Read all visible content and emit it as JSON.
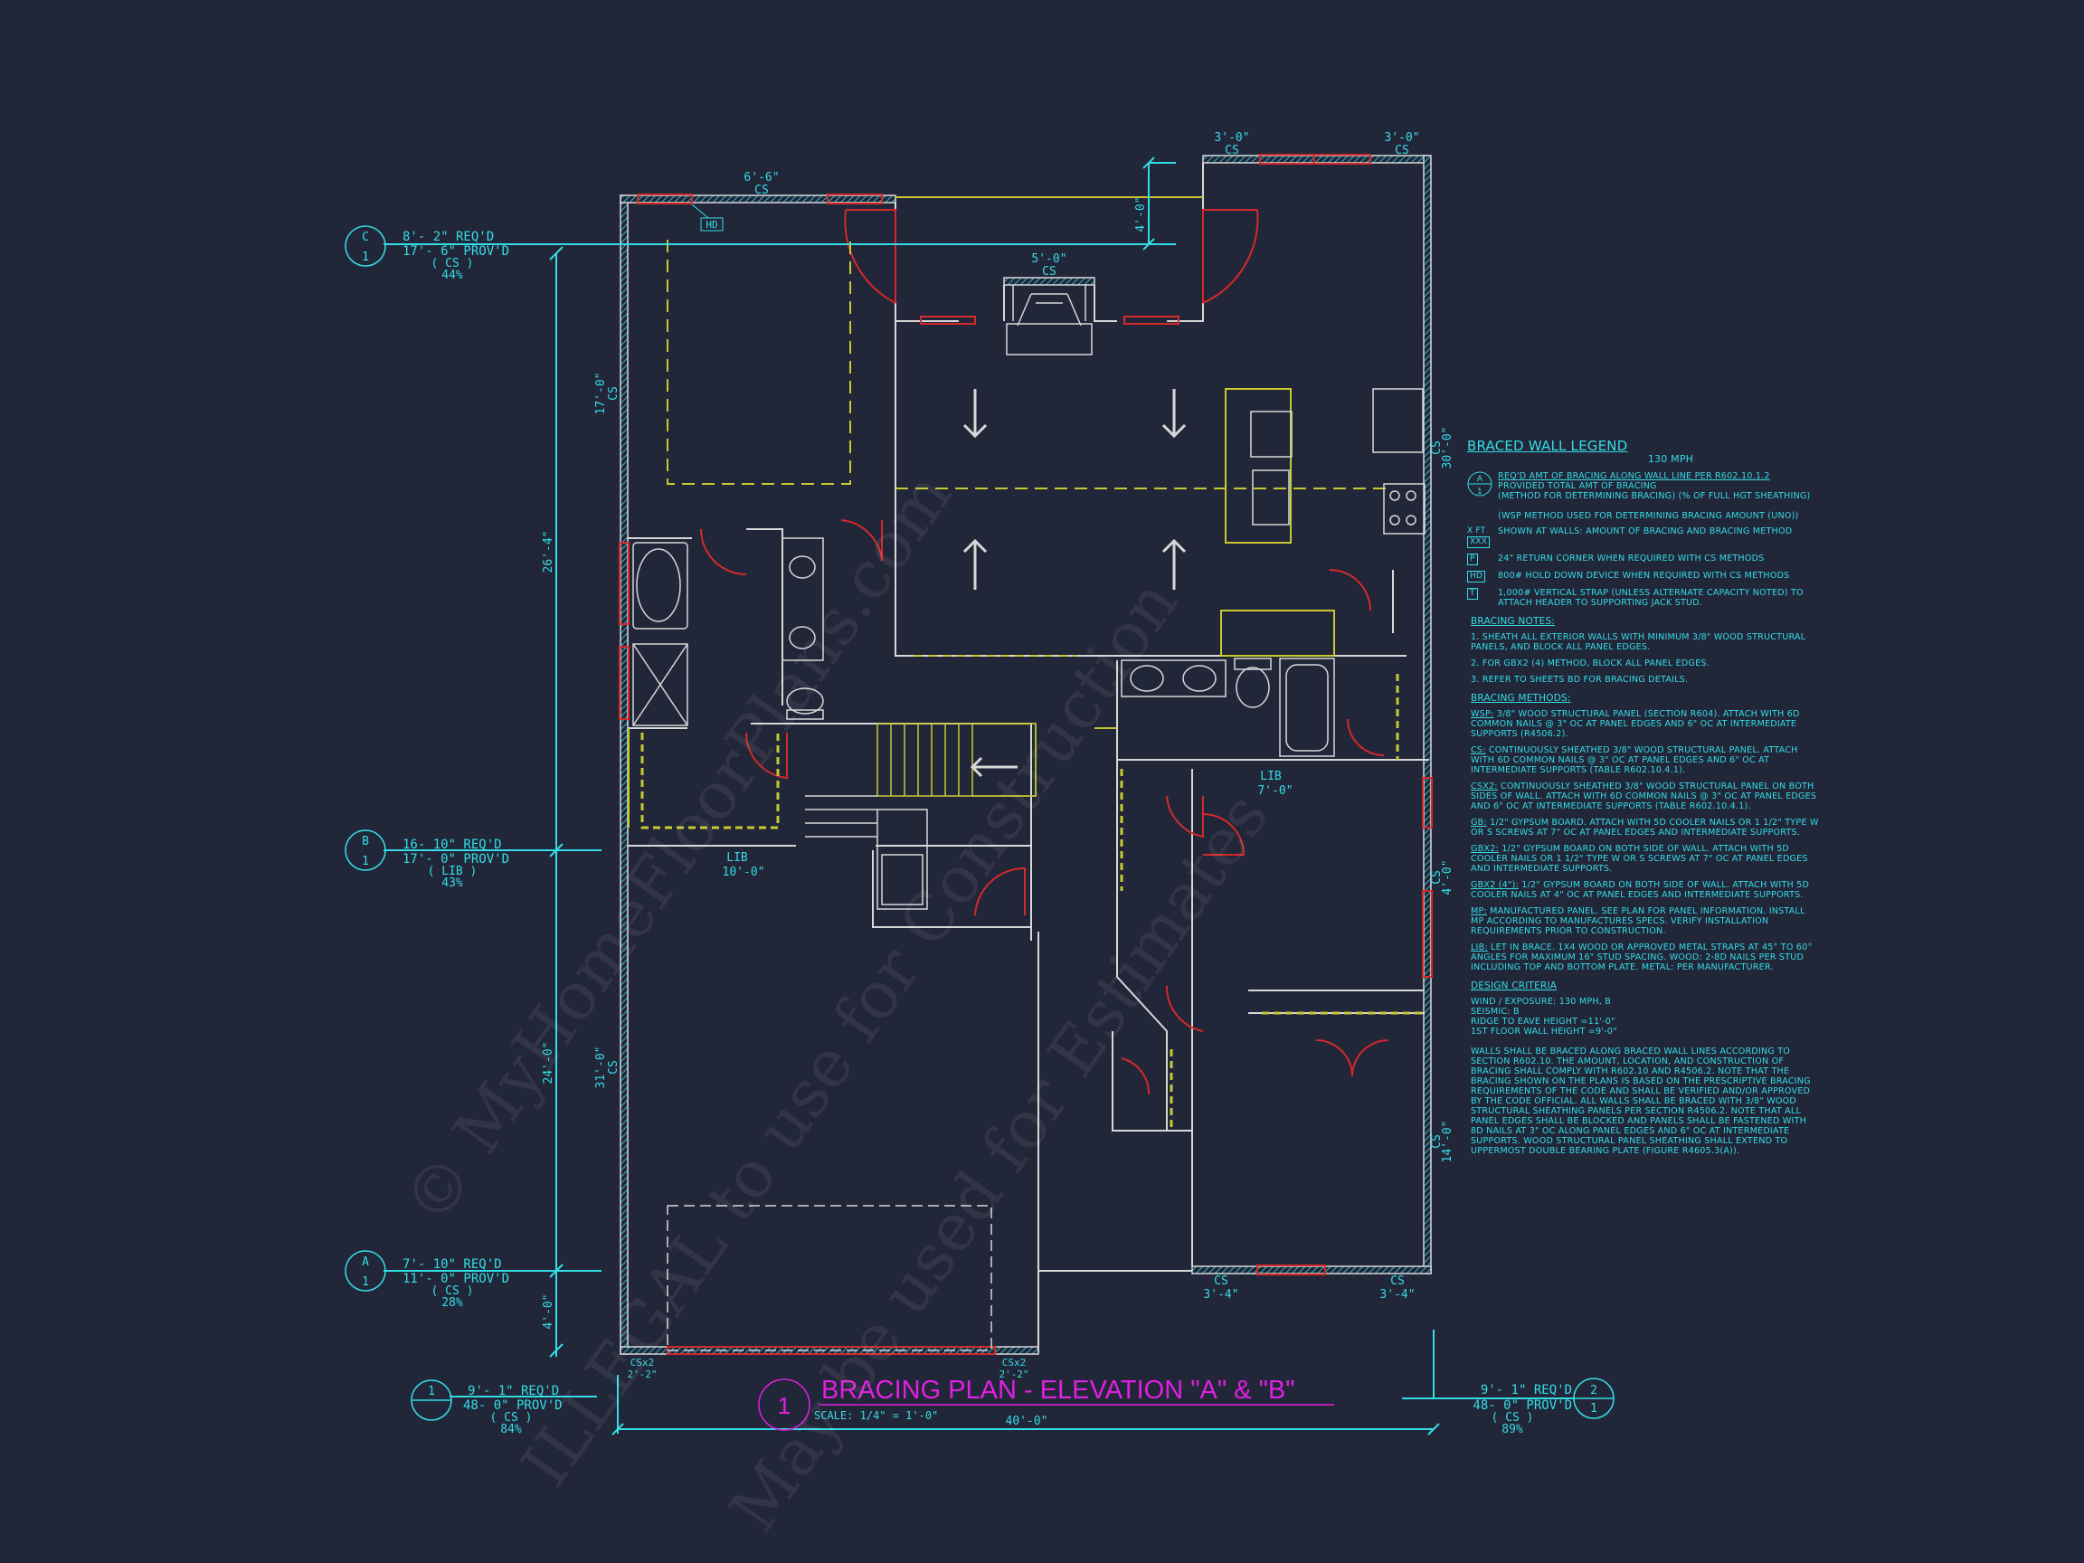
{
  "title": {
    "number": "1",
    "text": "BRACING PLAN - ELEVATION \"A\" & \"B\"",
    "scale": "SCALE: 1/4\" = 1'-0\""
  },
  "colors": {
    "background": "#222639",
    "cyan": "#33dde6",
    "magenta": "#e020e0",
    "red": "#d42a2a",
    "yellow": "#c8c832",
    "wall": "#d8d8d8"
  },
  "callouts": [
    {
      "letter": "C",
      "num": "1",
      "req": "8'- 2\" REQ'D",
      "prov": "17'- 6\" PROV'D",
      "method": "( CS )",
      "pct": "44%"
    },
    {
      "letter": "B",
      "num": "1",
      "req": "16- 10\" REQ'D",
      "prov": "17'- 0\" PROV'D",
      "method": "( LIB )",
      "pct": "43%"
    },
    {
      "letter": "A",
      "num": "1",
      "req": "7'- 10\" REQ'D",
      "prov": "11'- 0\" PROV'D",
      "method": "( CS )",
      "pct": "28%"
    },
    {
      "letter": "1",
      "num": "",
      "req": "9'- 1\" REQ'D",
      "prov": "48- 0\" PROV'D",
      "method": "( CS )",
      "pct": "84%"
    },
    {
      "letter": "2",
      "num": "1",
      "req": "9'- 1\" REQ'D",
      "prov": "48- 0\" PROV'D",
      "method": "( CS )",
      "pct": "89%"
    }
  ],
  "dimensions": {
    "overall_width": "40'-0\"",
    "left": [
      "26'-4\"",
      "24'-0\"",
      "4'-0\""
    ],
    "porch_depth": "4'-0\""
  },
  "wall_labels": [
    {
      "len": "6'-6\"",
      "method": "CS"
    },
    {
      "len": "3'-0\"",
      "method": "CS"
    },
    {
      "len": "3'-0\"",
      "method": "CS"
    },
    {
      "len": "5'-0\"",
      "method": "CS"
    },
    {
      "len": "17'-0\"",
      "method": "CS"
    },
    {
      "len": "31'-0\"",
      "method": "CS"
    },
    {
      "len": "30'-0\"",
      "method": "CS"
    },
    {
      "len": "4'-0\"",
      "method": "CS"
    },
    {
      "len": "14'-0\"",
      "method": "CS"
    },
    {
      "len": "10'-0\"",
      "method": "LIB"
    },
    {
      "len": "7'-0\"",
      "method": "LIB"
    },
    {
      "len": "3'-4\"",
      "method": "CS"
    },
    {
      "len": "3'-4\"",
      "method": "CS"
    },
    {
      "len": "2'-2\"",
      "method": "CSx2"
    },
    {
      "len": "2'-2\"",
      "method": "CSx2"
    }
  ],
  "hd_tag": "HD",
  "legend": {
    "title": "BRACED WALL LEGEND",
    "wind": "130 MPH",
    "symbol_top": "A",
    "symbol_bottom": "1",
    "req_line": "REQ'D AMT OF BRACING ALONG WALL LINE PER R602.10.1.2",
    "prov_line": "PROVIDED TOTAL AMT OF BRACING",
    "method_line": "(METHOD FOR DETERMINING BRACING) (% OF FULL HGT SHEATHING)",
    "wsp_line": "(WSP METHOD USED FOR DETERMINING BRACING AMOUNT (UNO))",
    "items": [
      {
        "sym_top": "X FT",
        "sym": "XXX",
        "text": "SHOWN AT WALLS: AMOUNT OF BRACING AND BRACING METHOD"
      },
      {
        "sym_top": "",
        "sym": "P",
        "text": "24\" RETURN CORNER WHEN REQUIRED WITH CS METHODS"
      },
      {
        "sym_top": "",
        "sym": "HD",
        "text": "800# HOLD DOWN DEVICE WHEN REQUIRED WITH CS METHODS"
      },
      {
        "sym_top": "",
        "sym": "T",
        "text": "1,000# VERTICAL STRAP (UNLESS ALTERNATE CAPACITY NOTED) TO ATTACH HEADER TO SUPPORTING JACK STUD."
      }
    ]
  },
  "bracing_notes": {
    "title": "BRACING NOTES:",
    "items": [
      "1. SHEATH ALL EXTERIOR WALLS WITH MINIMUM 3/8\" WOOD STRUCTURAL PANELS, AND BLOCK ALL PANEL EDGES.",
      "2. FOR GBx2 (4) METHOD, BLOCK ALL PANEL EDGES.",
      "3. REFER TO SHEETS BD FOR BRACING DETAILS."
    ]
  },
  "bracing_methods": {
    "title": "BRACING METHODS:",
    "items": [
      {
        "key": "WSP:",
        "text": "3/8\" WOOD STRUCTURAL PANEL (SECTION R604). ATTACH WITH 6d COMMON NAILS @ 3\" OC AT PANEL EDGES AND 6\" OC AT INTERMEDIATE SUPPORTS (R4506.2)."
      },
      {
        "key": "CS:",
        "text": "CONTINUOUSLY SHEATHED 3/8\" WOOD STRUCTURAL PANEL. ATTACH WITH 6d COMMON NAILS @ 3\" OC AT PANEL EDGES AND 6\" OC AT INTERMEDIATE SUPPORTS (TABLE R602.10.4.1)."
      },
      {
        "key": "CSx2:",
        "text": "CONTINUOUSLY SHEATHED 3/8\" WOOD STRUCTURAL PANEL ON BOTH SIDES OF WALL. ATTACH WITH 6d COMMON NAILS @ 3\" OC AT PANEL EDGES AND 6\" OC AT INTERMEDIATE SUPPORTS (TABLE R602.10.4.1)."
      },
      {
        "key": "GB:",
        "text": "1/2\" GYPSUM BOARD. ATTACH WITH 5d COOLER NAILS OR 1 1/2\" TYPE W OR S SCREWS AT 7\" OC AT PANEL EDGES AND INTERMEDIATE SUPPORTS."
      },
      {
        "key": "GBx2:",
        "text": "1/2\" GYPSUM BOARD ON BOTH SIDE OF WALL. ATTACH WITH 5d COOLER NAILS OR 1 1/2\" TYPE W OR S SCREWS AT 7\" OC AT PANEL EDGES AND INTERMEDIATE SUPPORTS."
      },
      {
        "key": "GBx2 (4\"):",
        "text": "1/2\" GYPSUM BOARD ON BOTH SIDE OF WALL. ATTACH WITH 5d COOLER NAILS AT 4\" OC AT PANEL EDGES AND INTERMEDIATE SUPPORTS."
      },
      {
        "key": "MP:",
        "text": "MANUFACTURED PANEL. SEE PLAN FOR PANEL INFORMATION. INSTALL MP ACCORDING TO MANUFACTURES SPECS. VERIFY INSTALLATION REQUIREMENTS PRIOR TO CONSTRUCTION."
      },
      {
        "key": "LIB:",
        "text": "LET IN BRACE. 1x4 WOOD OR APPROVED METAL STRAPS AT 45° TO 60° ANGLES FOR MAXIMUM 16\" STUD SPACING. WOOD: 2-8d NAILS PER STUD INCLUDING TOP AND BOTTOM PLATE. METAL: PER MANUFACTURER."
      }
    ]
  },
  "design_criteria": {
    "title": "DESIGN CRITERIA",
    "lines": [
      "WIND / EXPOSURE:  130 MPH, B",
      "SEISMIC:  B",
      "RIDGE TO EAVE HEIGHT =11'-0\"",
      "1ST FLOOR WALL HEIGHT =9'-0\""
    ],
    "paragraph": "WALLS SHALL BE BRACED ALONG BRACED WALL LINES ACCORDING TO SECTION R602.10. THE AMOUNT, LOCATION, AND CONSTRUCTION OF BRACING SHALL COMPLY WITH R602.10 AND R4506.2. NOTE THAT THE BRACING SHOWN ON THE PLANS IS BASED ON THE PRESCRIPTIVE BRACING REQUIREMENTS OF THE CODE AND SHALL BE VERIFIED AND/OR APPROVED BY THE CODE OFFICIAL. ALL WALLS SHALL BE BRACED WITH 3/8\" WOOD STRUCTURAL SHEATHING PANELS PER SECTION R4506.2. NOTE THAT ALL PANEL EDGES SHALL BE BLOCKED AND PANELS SHALL BE FASTENED WITH 8d NAILS AT 3\" OC ALONG PANEL EDGES AND 6\" OC AT INTERMEDIATE SUPPORTS. WOOD STRUCTURAL PANEL SHEATHING SHALL EXTEND TO UPPERMOST DOUBLE BEARING PLATE (FIGURE R4605.3(A))."
  },
  "watermark": [
    "© MyHomeFloorPlans.com",
    "ILLEGAL to use for Construction",
    "May be used for Estimates"
  ]
}
